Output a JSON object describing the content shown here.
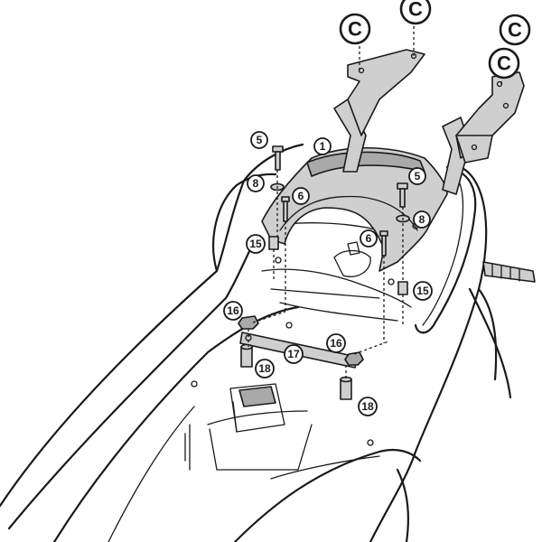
{
  "diagram": {
    "variant_marker": "C",
    "callouts": {
      "c1": "1",
      "c5a": "5",
      "c5b": "5",
      "c6a": "6",
      "c6b": "6",
      "c8a": "8",
      "c8b": "8",
      "c15a": "15",
      "c15b": "15",
      "c16a": "16",
      "c16b": "16",
      "c17": "17",
      "c18a": "18",
      "c18b": "18"
    }
  }
}
